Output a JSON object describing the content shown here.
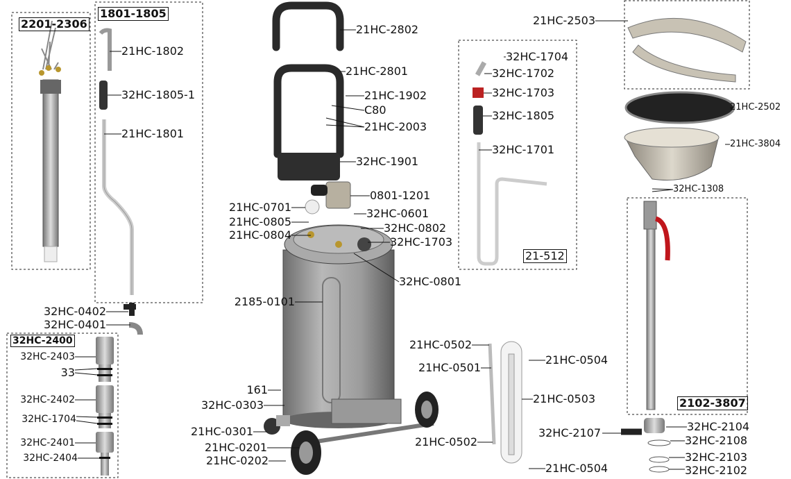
{
  "groups": {
    "g2201": "2201-2306",
    "g1801": "1801-1805",
    "g2400": "32HC-2400",
    "g21512": "21-512",
    "g2102": "2102-3807"
  },
  "labels": {
    "l1802": "21HC-1802",
    "l1805_1": "32HC-1805-1",
    "l1801": "21HC-1801",
    "l0402": "32HC-0402",
    "l0401": "32HC-0401",
    "l2403": "32HC-2403",
    "l33": "33",
    "l2402": "32HC-2402",
    "l1704a": "32HC-1704",
    "l2401": "32HC-2401",
    "l2404": "32HC-2404",
    "l2802": "21HC-2802",
    "l2801": "21HC-2801",
    "l1902": "21HC-1902",
    "lC80": "C80",
    "l2003": "21HC-2003",
    "l1901": "32HC-1901",
    "l0801_1201": "0801-1201",
    "l0701": "21HC-0701",
    "l0601": "32HC-0601",
    "l0805": "21HC-0805",
    "l0802": "32HC-0802",
    "l0804": "21HC-0804",
    "l1703a": "32HC-1703",
    "l0801": "32HC-0801",
    "l2185": "2185-0101",
    "l161": "161",
    "l0303": "32HC-0303",
    "l0301": "21HC-0301",
    "l0201": "21HC-0201",
    "l0202": "21HC-0202",
    "l1704b": "32HC-1704",
    "l1702": "32HC-1702",
    "l1703b": "32HC-1703",
    "l1805": "32HC-1805",
    "l1701": "32HC-1701",
    "l0502a": "21HC-0502",
    "l0501": "21HC-0501",
    "l0504a": "21HC-0504",
    "l0503": "21HC-0503",
    "l0502b": "21HC-0502",
    "l0504b": "21HC-0504",
    "l2503": "21HC-2503",
    "l2502": "21HC-2502",
    "l3804": "21HC-3804",
    "l1308": "32HC-1308",
    "l2107": "32HC-2107",
    "l2104": "32HC-2104",
    "l2108": "32HC-2108",
    "l2103": "32HC-2103",
    "l2102": "32HC-2102"
  },
  "colors": {
    "handle": "#2a2a2a",
    "tank": "#9a9a9a",
    "valve_handle": "#c0161c"
  }
}
